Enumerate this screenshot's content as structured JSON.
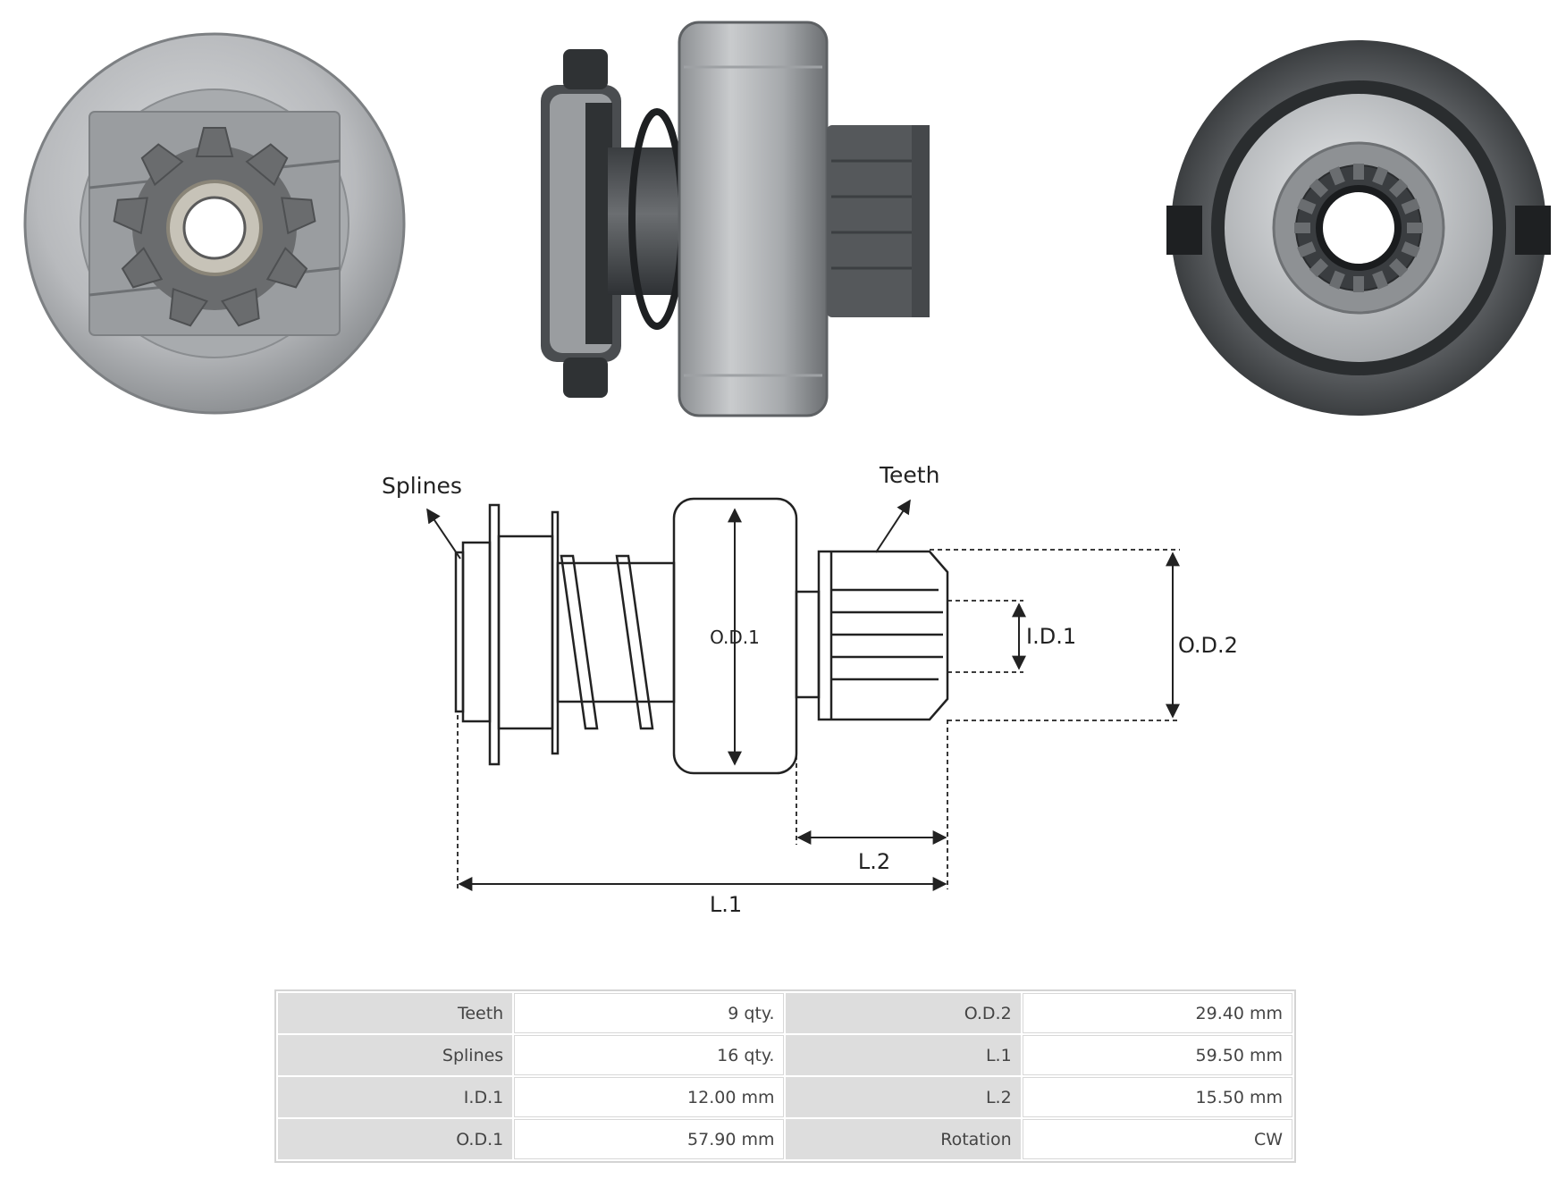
{
  "diagram": {
    "callouts": {
      "splines": "Splines",
      "teeth": "Teeth"
    },
    "dimensions": {
      "od1": "O.D.1",
      "od2": "O.D.2",
      "id1": "I.D.1",
      "l1": "L.1",
      "l2": "L.2"
    }
  },
  "specs": {
    "rows": [
      {
        "label_a": "Teeth",
        "value_a": "9 qty.",
        "label_b": "O.D.2",
        "value_b": "29.40 mm"
      },
      {
        "label_a": "Splines",
        "value_a": "16 qty.",
        "label_b": "L.1",
        "value_b": "59.50 mm"
      },
      {
        "label_a": "I.D.1",
        "value_a": "12.00 mm",
        "label_b": "L.2",
        "value_b": "15.50 mm"
      },
      {
        "label_a": "O.D.1",
        "value_a": "57.90 mm",
        "label_b": "Rotation",
        "value_b": "CW"
      }
    ]
  },
  "colors": {
    "steel": "#b4b6b8",
    "dark_steel": "#3f4244",
    "line": "#222222"
  }
}
